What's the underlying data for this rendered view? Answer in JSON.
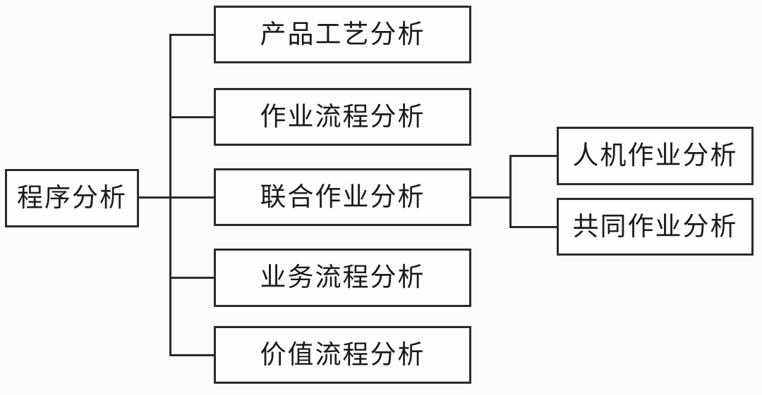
{
  "diagram": {
    "type": "tree-flowchart",
    "orientation": "left-to-right",
    "root": {
      "label": "程序分析"
    },
    "level1": [
      {
        "label": "产品工艺分析"
      },
      {
        "label": "作业流程分析"
      },
      {
        "label": "联合作业分析"
      },
      {
        "label": "业务流程分析"
      },
      {
        "label": "价值流程分析"
      }
    ],
    "level2_parent": "联合作业分析",
    "level2": [
      {
        "label": "人机作业分析"
      },
      {
        "label": "共同作业分析"
      }
    ],
    "colors": {
      "background": "#fcfcfc",
      "box_fill": "#fefefe",
      "line": "#2b2b2b",
      "text": "#1b1b1b"
    }
  }
}
